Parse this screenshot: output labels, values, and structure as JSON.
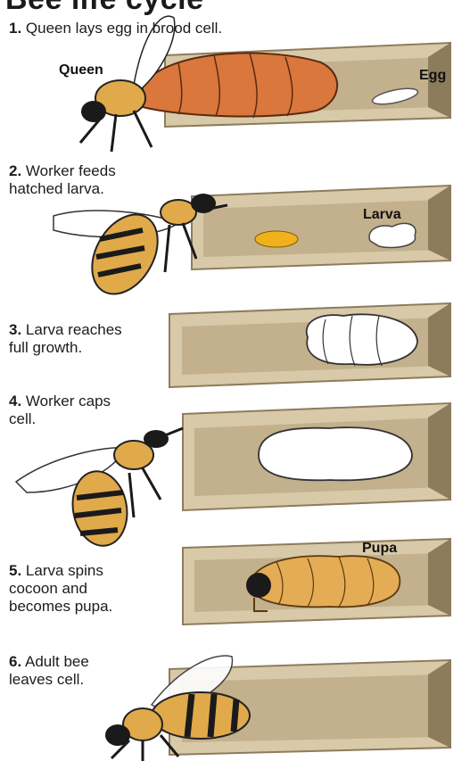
{
  "title": "Bee life cycle",
  "colors": {
    "cell_face": "#d8c9a8",
    "cell_shadow": "#b9a682",
    "cell_dark": "#8d7c5c",
    "queen_abdomen": "#d9773c",
    "bee_body": "#e0a94a",
    "stripe": "#1a1a1a",
    "pupa": "#e4ad55",
    "larva_food": "#f0b21c"
  },
  "steps": [
    {
      "number": "1.",
      "text_lines": [
        "Queen lays egg in brood cell."
      ],
      "labels": [
        "Queen",
        "Egg"
      ]
    },
    {
      "number": "2.",
      "text_lines": [
        "Worker feeds",
        "hatched larva."
      ],
      "labels": [
        "Larva"
      ]
    },
    {
      "number": "3.",
      "text_lines": [
        "Larva reaches",
        "full growth."
      ],
      "labels": []
    },
    {
      "number": "4.",
      "text_lines": [
        "Worker caps",
        "cell."
      ],
      "labels": []
    },
    {
      "number": "5.",
      "text_lines": [
        "Larva spins",
        "cocoon and",
        "becomes pupa."
      ],
      "labels": [
        "Pupa"
      ]
    },
    {
      "number": "6.",
      "text_lines": [
        "Adult bee",
        "leaves cell."
      ],
      "labels": []
    }
  ]
}
